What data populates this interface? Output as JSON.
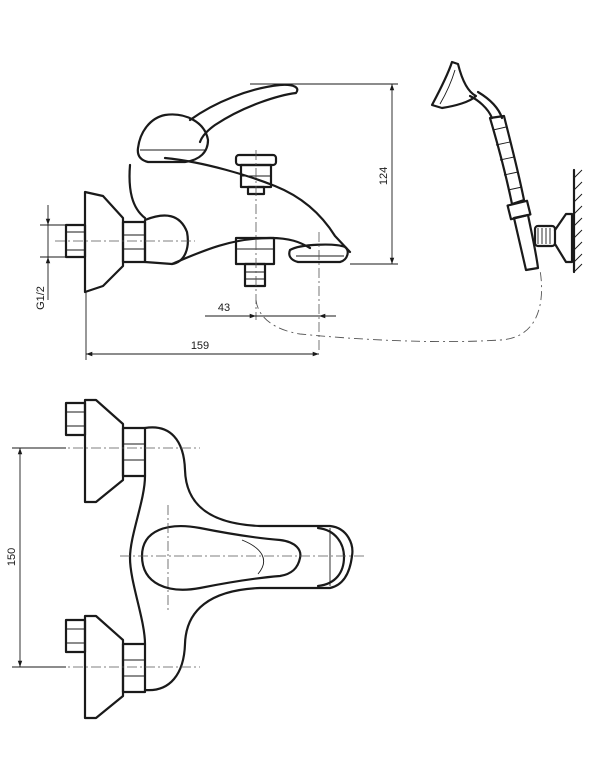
{
  "dimensions": {
    "height_124": "124",
    "thread_g12": "G1/2",
    "offset_43": "43",
    "length_159": "159",
    "spacing_150": "150"
  }
}
